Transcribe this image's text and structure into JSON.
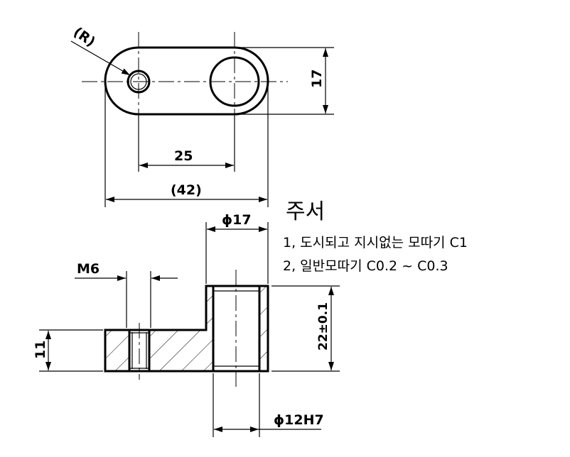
{
  "dimensions": {
    "radius": "(R)",
    "height_top": "17",
    "center_distance": "25",
    "overall_length": "(42)",
    "boss_diameter": "ϕ17",
    "thread": "M6",
    "thickness": "11",
    "boss_height": "22±0.1",
    "bore": "ϕ12H7"
  },
  "notes": {
    "title": "주서",
    "line1": "1, 도시되고 지시없는 모따기 C1",
    "line2": "2, 일반모따기 C0.2 ~ C0.3"
  }
}
